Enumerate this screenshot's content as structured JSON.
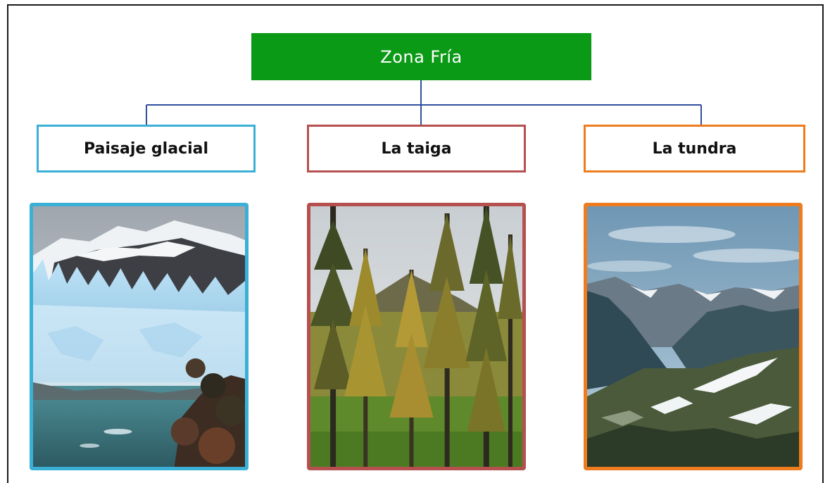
{
  "root": {
    "label": "Zona Fría"
  },
  "categories": [
    {
      "label": "Paisaje glacial",
      "border_color": "#3bb0d6"
    },
    {
      "label": "La taiga",
      "border_color": "#b5504f"
    },
    {
      "label": "La tundra",
      "border_color": "#ee7c1f"
    }
  ],
  "colors": {
    "root_fill": "#0a9a16",
    "connector": "#2f4f9e",
    "frame": "#1a1a1a"
  },
  "photos": [
    {
      "subject": "glacier-landscape"
    },
    {
      "subject": "taiga-forest"
    },
    {
      "subject": "tundra-mountains"
    }
  ]
}
